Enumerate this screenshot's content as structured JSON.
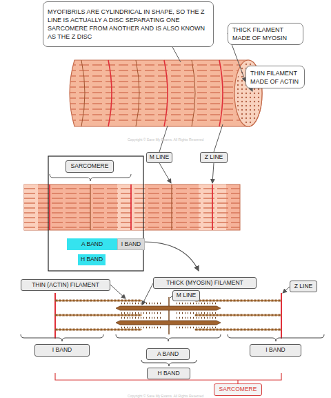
{
  "diagram": {
    "nodes": [
      {
        "text": [
          "MYOFIBRILS ARE CYLINDRICAL IN SHAPE, SO THE Z LINE IS ACTUALLY A DISC SEPARATING ONE SARCOMERE FROM ANOTHER AND IS ALSO KNOWN AS THE Z DISC"
        ]
      },
      {
        "text": [
          "THICK FILAMENT MADE OF MYOSIN"
        ]
      },
      {
        "text": [
          "THIN FILAMENT MADE OF ACTIN"
        ]
      },
      {
        "text": [
          "M LINE"
        ]
      },
      {
        "text": [
          "Z LINE"
        ]
      },
      {
        "text": [
          "SARCOMERE"
        ]
      },
      {
        "text": [
          "A BAND"
        ]
      },
      {
        "text": [
          "I BAND"
        ]
      },
      {
        "text": [
          "H BAND"
        ]
      },
      {
        "text": [
          "THIN (ACTIN) FILAMENT"
        ]
      },
      {
        "text": [
          "THICK (MYOSIN) FILAMENT"
        ]
      },
      {
        "text": [
          "M LINE"
        ]
      },
      {
        "text": [
          "Z LINE"
        ]
      },
      {
        "text": [
          "I BAND"
        ]
      },
      {
        "text": [
          "A BAND"
        ]
      },
      {
        "text": [
          "I BAND"
        ]
      },
      {
        "text": [
          "H BAND"
        ]
      },
      {
        "text": [
          "SARCOMERE"
        ]
      }
    ],
    "labels": [
      "Copyright © Save My Exams. All Rights Reserved",
      "Copyright © Save My Exams. All Rights Reserved"
    ]
  }
}
